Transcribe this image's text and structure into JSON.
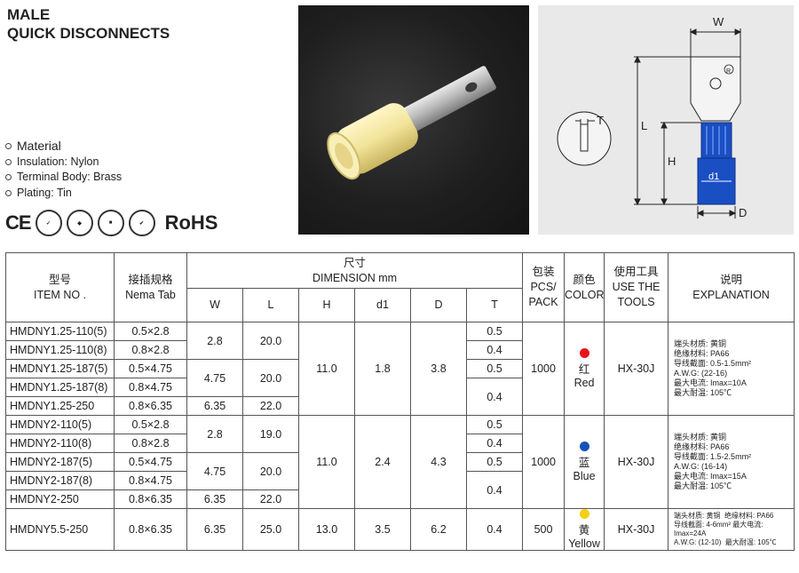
{
  "title": {
    "line1": "MALE",
    "line2": "QUICK  DISCONNECTS"
  },
  "material": {
    "heading": "Material",
    "items": [
      "Insulation: Nylon",
      "Terminal Body: Brass",
      "Plating: Tin"
    ]
  },
  "certs": {
    "ce": "CE",
    "rohs": "RoHS"
  },
  "drawing": {
    "w": "W",
    "l": "L",
    "h": "H",
    "d": "D",
    "d1": "d1",
    "t": "T",
    "reg": "R"
  },
  "headers": {
    "item_cn": "型号",
    "item_en": "ITEM NO .",
    "tab_cn": "接插规格",
    "tab_en": "Nema Tab",
    "dim_cn": "尺寸",
    "dim_en": "DIMENSION mm",
    "w": "W",
    "l": "L",
    "h": "H",
    "d1": "d1",
    "d": "D",
    "t": "T",
    "pack_cn": "包装",
    "pack_en1": "PCS/",
    "pack_en2": "PACK",
    "color_cn": "颜色",
    "color_en": "COLOR",
    "tools_cn": "使用工具",
    "tools_en1": "USE THE",
    "tools_en2": "TOOLS",
    "expl_cn": "说明",
    "expl_en": "EXPLANATION"
  },
  "rows": {
    "r1": {
      "item": "HMDNY1.25-110(5)",
      "tab": "0.5×2.8"
    },
    "r2": {
      "item": "HMDNY1.25-110(8)",
      "tab": "0.8×2.8"
    },
    "r3": {
      "item": "HMDNY1.25-187(5)",
      "tab": "0.5×4.75"
    },
    "r4": {
      "item": "HMDNY1.25-187(8)",
      "tab": "0.8×4.75"
    },
    "r5": {
      "item": "HMDNY1.25-250",
      "tab": "0.8×6.35"
    },
    "r6": {
      "item": "HMDNY2-110(5)",
      "tab": "0.5×2.8"
    },
    "r7": {
      "item": "HMDNY2-110(8)",
      "tab": "0.8×2.8"
    },
    "r8": {
      "item": "HMDNY2-187(5)",
      "tab": "0.5×4.75"
    },
    "r9": {
      "item": "HMDNY2-187(8)",
      "tab": "0.8×4.75"
    },
    "r10": {
      "item": "HMDNY2-250",
      "tab": "0.8×6.35"
    },
    "r11": {
      "item": "HMDNY5.5-250",
      "tab": "0.8×6.35"
    }
  },
  "groups": {
    "g1": {
      "w_a": "2.8",
      "l_a": "20.0",
      "w_b": "4.75",
      "l_b": "20.0",
      "w_c": "6.35",
      "l_c": "22.0",
      "h": "11.0",
      "d1": "1.8",
      "d": "3.8",
      "t1": "0.5",
      "t2": "0.4",
      "t3": "0.5",
      "t45": "0.4",
      "pack": "1000",
      "color_cn": "红",
      "color_en": "Red",
      "color_hex": "#e8141b",
      "tools": "HX-30J",
      "notes": [
        "端头材质: 黄铜",
        "绝缘材料: PA66",
        "导线截面: 0.5-1.5mm²",
        "A.W.G: (22-16)",
        "最大电流: Imax=10A",
        "最大耐温: 105℃"
      ]
    },
    "g2": {
      "w_a": "2.8",
      "l_a": "19.0",
      "w_b": "4.75",
      "l_b": "20.0",
      "w_c": "6.35",
      "l_c": "22.0",
      "h": "11.0",
      "d1": "2.4",
      "d": "4.3",
      "t1": "0.5",
      "t2": "0.4",
      "t3": "0.5",
      "t45": "0.4",
      "pack": "1000",
      "color_cn": "蓝",
      "color_en": "Blue",
      "color_hex": "#1552b8",
      "tools": "HX-30J",
      "notes": [
        "端头材质: 黄铜",
        "绝缘材料: PA66",
        "导线截面: 1.5-2.5mm²",
        "A.W.G: (16-14)",
        "最大电流: Imax=15A",
        "最大耐温: 105℃"
      ]
    },
    "g3": {
      "w": "6.35",
      "l": "25.0",
      "h": "13.0",
      "d1": "3.5",
      "d": "6.2",
      "t": "0.4",
      "pack": "500",
      "color_cn": "黄",
      "color_en": "Yellow",
      "color_hex": "#f5cf12",
      "tools": "HX-30J",
      "notes": [
        "端头材质: 黄铜",
        "绝缘材料: PA66",
        "导线截面: 4-6mm²",
        "最大电流: Imax=24A",
        "A.W.G: (12-10)",
        "最大耐温: 105℃"
      ]
    }
  }
}
